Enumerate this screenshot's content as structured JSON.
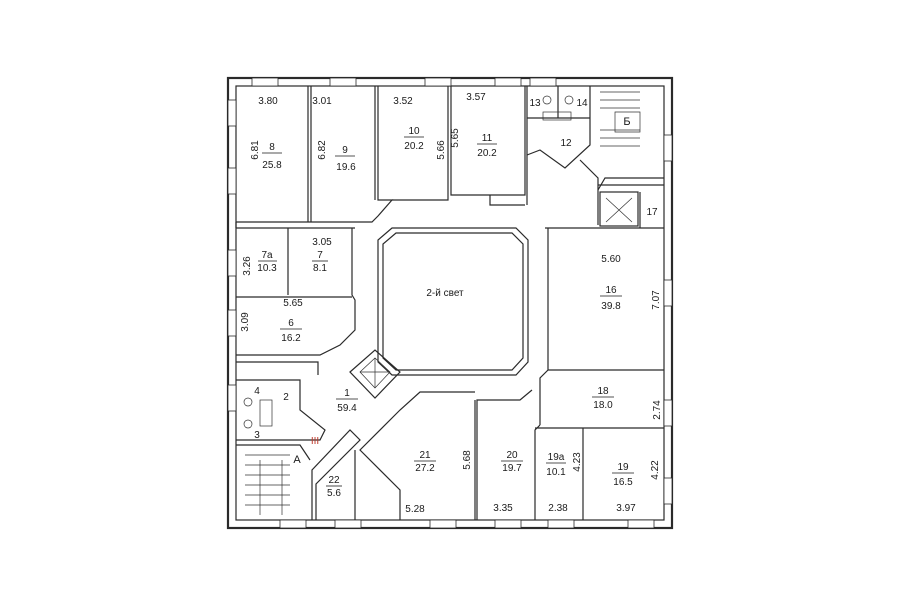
{
  "plan": {
    "atrium_label": "2-й свет",
    "stair_a_label": "А",
    "stair_b_label": "Б",
    "section_mark": "III",
    "colors": {
      "lines": "#2a2a2a",
      "section_mark": "#c0392b",
      "background": "#ffffff"
    }
  },
  "rooms": [
    {
      "id": "r1",
      "number": "1",
      "area": "59.4"
    },
    {
      "id": "r2",
      "number": "2"
    },
    {
      "id": "r3",
      "number": "3"
    },
    {
      "id": "r4",
      "number": "4"
    },
    {
      "id": "r6",
      "number": "6",
      "area": "16.2",
      "dims": [
        "5.65",
        "3.09"
      ]
    },
    {
      "id": "r7",
      "number": "7",
      "area": "8.1",
      "dims": [
        "3.05"
      ]
    },
    {
      "id": "r7a",
      "number": "7а",
      "area": "10.3",
      "dims": [
        "3.26"
      ]
    },
    {
      "id": "r8",
      "number": "8",
      "area": "25.8",
      "dims": [
        "3.80",
        "6.81"
      ]
    },
    {
      "id": "r9",
      "number": "9",
      "area": "19.6",
      "dims": [
        "3.01",
        "6.82"
      ]
    },
    {
      "id": "r10",
      "number": "10",
      "area": "20.2",
      "dims": [
        "3.52",
        "5.66"
      ]
    },
    {
      "id": "r11",
      "number": "11",
      "area": "20.2",
      "dims": [
        "3.57",
        "5.65"
      ]
    },
    {
      "id": "r12",
      "number": "12"
    },
    {
      "id": "r13",
      "number": "13"
    },
    {
      "id": "r14",
      "number": "14"
    },
    {
      "id": "r16",
      "number": "16",
      "area": "39.8",
      "dims": [
        "5.60",
        "7.07"
      ]
    },
    {
      "id": "r17",
      "number": "17"
    },
    {
      "id": "r18",
      "number": "18",
      "area": "18.0",
      "dims": [
        "2.74"
      ]
    },
    {
      "id": "r19",
      "number": "19",
      "area": "16.5",
      "dims": [
        "3.97",
        "4.22"
      ]
    },
    {
      "id": "r19a",
      "number": "19а",
      "area": "10.1",
      "dims": [
        "2.38",
        "4.23"
      ]
    },
    {
      "id": "r20",
      "number": "20",
      "area": "19.7",
      "dims": [
        "3.35"
      ]
    },
    {
      "id": "r21",
      "number": "21",
      "area": "27.2",
      "dims": [
        "5.28",
        "5.68"
      ]
    },
    {
      "id": "r22",
      "number": "22",
      "area": "5.6"
    }
  ]
}
